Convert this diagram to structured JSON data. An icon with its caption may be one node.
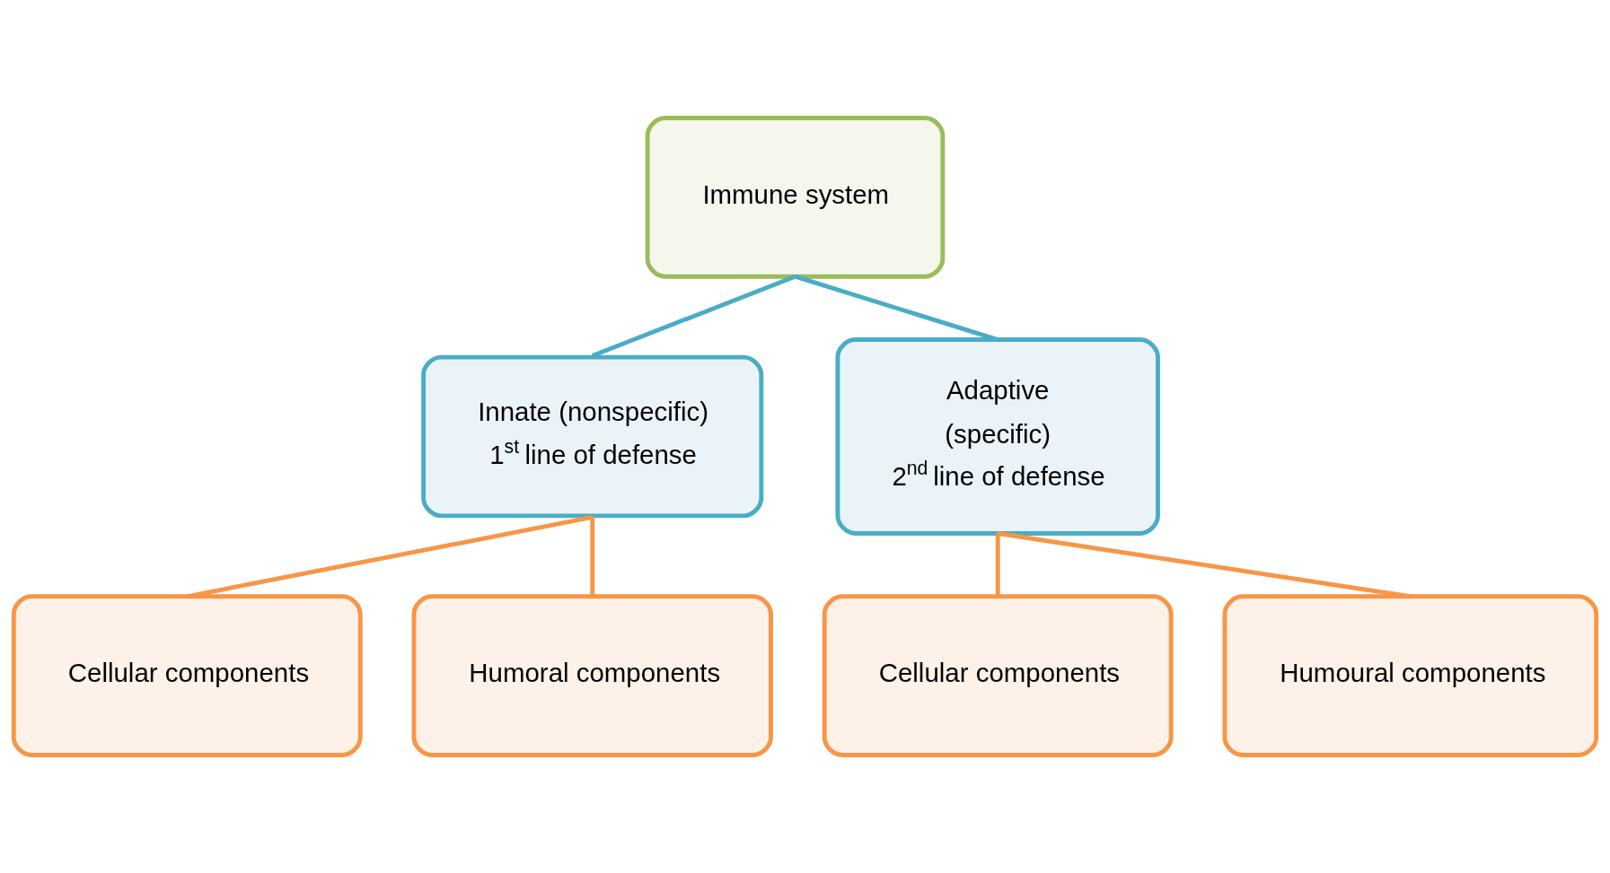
{
  "diagram": {
    "nodes": [
      {
        "text": [
          "Immune system"
        ]
      },
      {
        "text": [
          "Innate (nonspecific)",
          "1$^{st}$ line of defense"
        ]
      },
      {
        "text": [
          "Adaptive",
          "(specific)",
          "2$^{nd}$ line of defense"
        ]
      },
      {
        "text": [
          "Cellular components"
        ]
      },
      {
        "text": [
          "Humoral components"
        ]
      },
      {
        "text": [
          "Cellular components"
        ]
      },
      {
        "text": [
          "Humoural components"
        ]
      }
    ],
    "edges": [
      {
        "from": 0,
        "to": 1,
        "arrow": "none",
        "color": "#4bacc6"
      },
      {
        "from": 0,
        "to": 2,
        "arrow": "none",
        "color": "#4bacc6"
      },
      {
        "from": 1,
        "to": 3,
        "arrow": "none"
      },
      {
        "from": 1,
        "to": 4,
        "arrow": "none"
      },
      {
        "from": 2,
        "to": 5,
        "arrow": "none"
      },
      {
        "from": 2,
        "to": 6,
        "arrow": "none"
      }
    ]
  }
}
